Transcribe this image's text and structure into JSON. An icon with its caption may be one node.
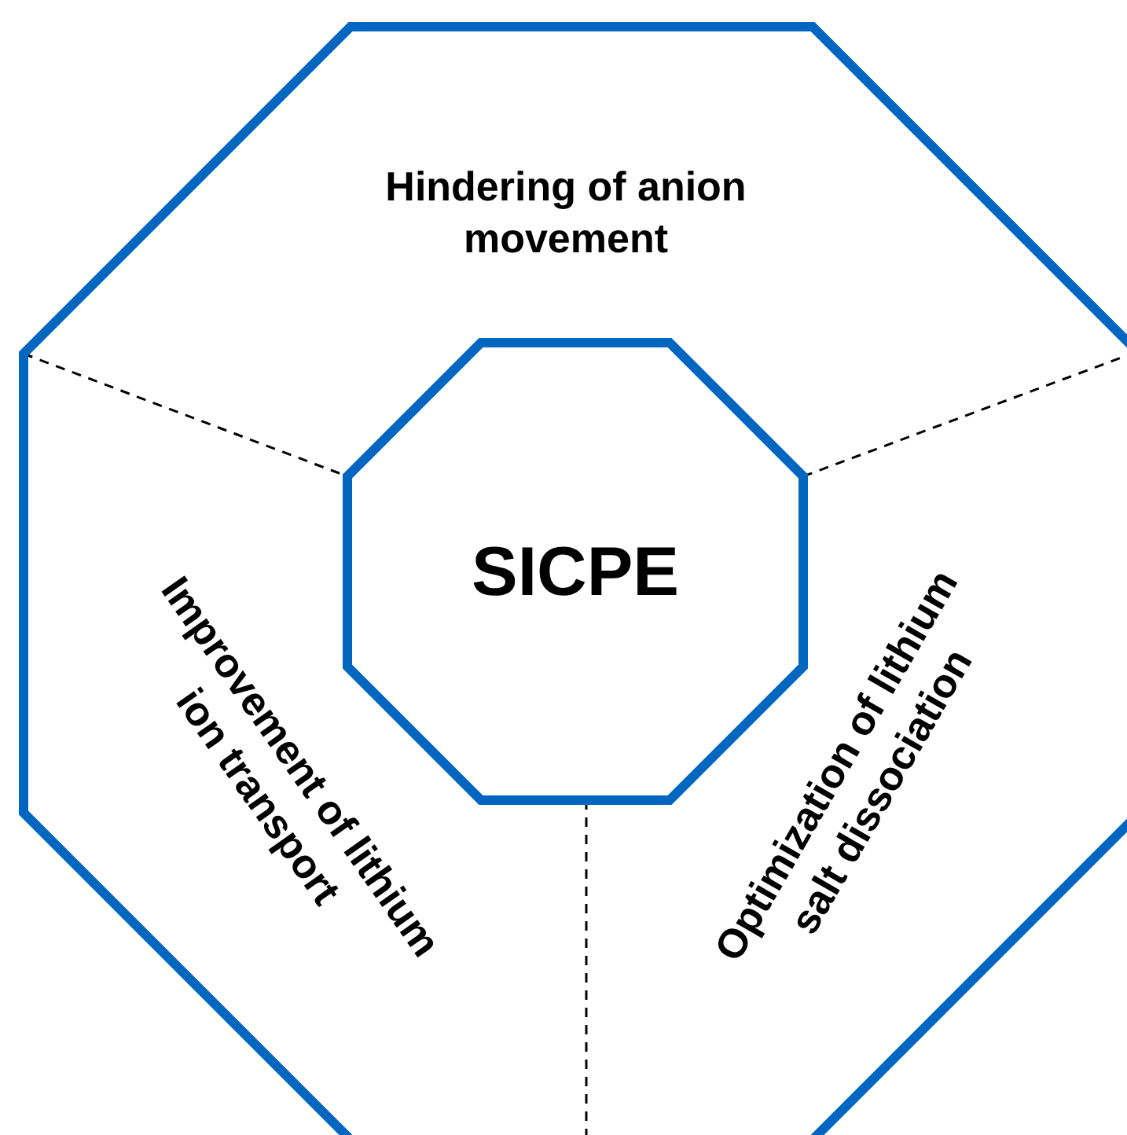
{
  "diagram": {
    "nodes": [
      {
        "text": [],
        "shape": "octagon"
      },
      {
        "text": [
          "Hindering of anion movement"
        ],
        "in": 0
      },
      {
        "text": [
          "SICPE"
        ],
        "in": 0
      },
      {
        "text": [
          "Improvement of lithium ion transport"
        ],
        "in": 0
      },
      {
        "text": [
          "Optimization of lithium salt dissociation"
        ],
        "in": 0
      }
    ]
  }
}
